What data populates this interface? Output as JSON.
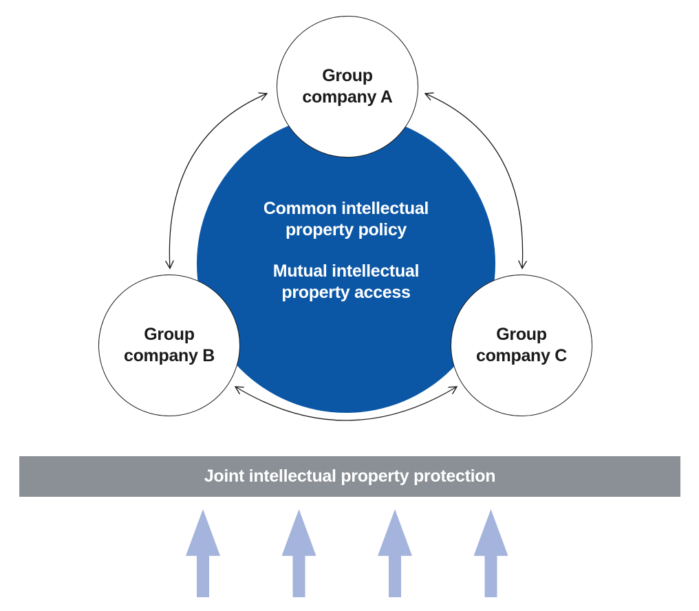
{
  "figure": {
    "type": "circular-cooperation-diagram",
    "background": "#ffffff"
  },
  "colors": {
    "central_blue": "#0b57a5",
    "bar_gray": "#8b9096",
    "up_arrow_blue": "#a5b4dd",
    "line_black": "#1a1a1a",
    "company_fill": "#ffffff",
    "text_on_dark": "#ffffff",
    "text_dark": "#1a1a1a"
  },
  "central_circle": {
    "paragraph1": "Common intellectual\nproperty policy",
    "paragraph2": "Mutual intellectual\nproperty access"
  },
  "companies": {
    "a": "Group\ncompany A",
    "b": "Group\ncompany B",
    "c": "Group\ncompany C"
  },
  "connectors": [
    {
      "between": [
        "Group company A",
        "Group company B"
      ],
      "style": "curved-open-arrow",
      "bidirectional": true
    },
    {
      "between": [
        "Group company A",
        "Group company C"
      ],
      "style": "curved-open-arrow",
      "bidirectional": true
    },
    {
      "between": [
        "Group company B",
        "Group company C"
      ],
      "style": "curved-open-arrow",
      "bidirectional": true
    }
  ],
  "protection_bar": {
    "label": "Joint intellectual property protection"
  },
  "up_arrows": {
    "count": 4,
    "direction": "up",
    "meaning": "support arrows pointing to protection bar"
  }
}
